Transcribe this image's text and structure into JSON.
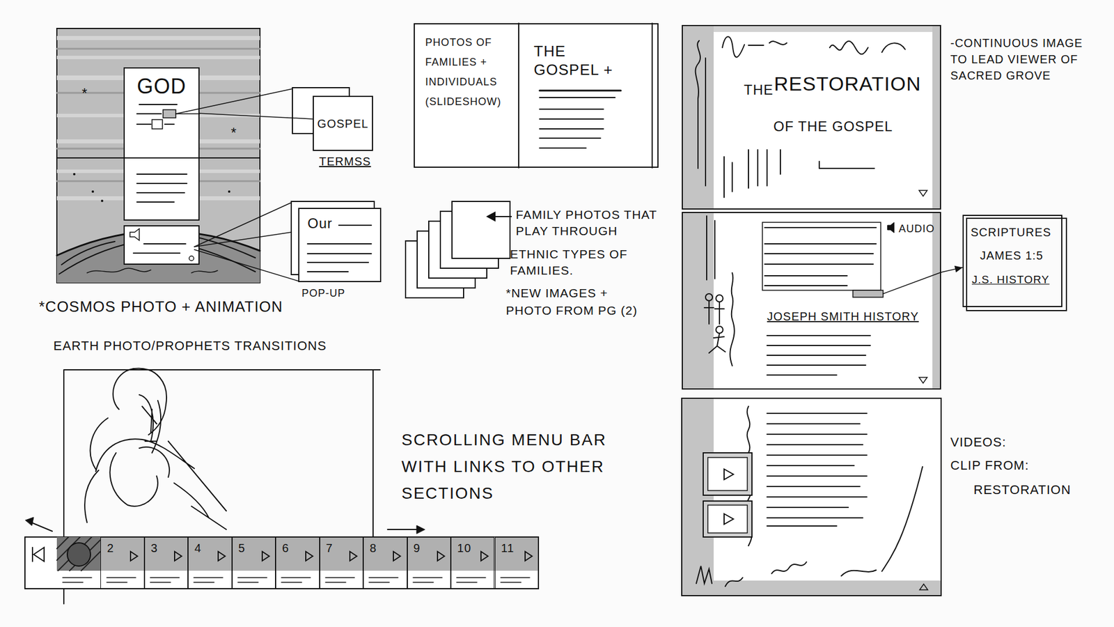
{
  "diagram": {
    "nodes": [
      {
        "text": [
          "GOD"
        ]
      },
      {
        "text": [
          "GOSPEL"
        ]
      },
      {
        "text": [
          "Our"
        ]
      },
      {
        "text": [
          "PHOTOS OF FAMILIES + INDIVIDUALS (SLIDESHOW)",
          "THE GOSPEL +"
        ]
      },
      {
        "text": [
          "THE",
          "RESTORATION",
          "OF THE GOSPEL"
        ]
      },
      {
        "text": [
          "AUDIO",
          "JOSEPH SMITH HISTORY"
        ]
      },
      {
        "text": [
          "SCRIPTURES",
          "JAMES 1:5",
          "J.S. HISTORY"
        ]
      },
      {
        "text": [
          "2"
        ]
      },
      {
        "text": [
          "3"
        ]
      },
      {
        "text": [
          "4"
        ]
      },
      {
        "text": [
          "5"
        ]
      },
      {
        "text": [
          "6"
        ]
      },
      {
        "text": [
          "7"
        ]
      },
      {
        "text": [
          "8"
        ]
      },
      {
        "text": [
          "9"
        ]
      },
      {
        "text": [
          "10"
        ]
      },
      {
        "text": [
          "11"
        ]
      }
    ],
    "edges": [
      {
        "from": 0,
        "to": 1,
        "arrow": "none"
      },
      {
        "from": 5,
        "to": 6,
        "arrow": "to"
      }
    ],
    "labels": [
      "*",
      "*",
      "TERMSS",
      "POP-UP",
      "*COSMOS PHOTO + ANIMATION",
      "EARTH PHOTO/PROPHETS TRANSITIONS",
      "FAMILY PHOTOS THAT PLAY THROUGH",
      "ETHNIC TYPES OF FAMILIES.",
      "*NEW IMAGES + PHOTO FROM PG (2)",
      "-CONTINUOUS IMAGE TO LEAD VIEWER OF SACRED GROVE",
      "VIDEOS:",
      "CLIP FROM:",
      "RESTORATION",
      "SCROLLING MENU BAR WITH LINKS TO OTHER SECTIONS"
    ]
  }
}
